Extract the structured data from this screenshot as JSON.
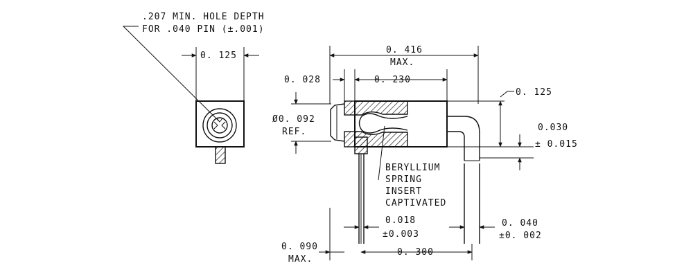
{
  "colors": {
    "ink": "#111111",
    "paper": "#ffffff"
  },
  "end_view": {
    "note_line1": ".207 MIN. HOLE DEPTH",
    "note_line2": "FOR .040 PIN (±.001)",
    "width_dim": "0. 125"
  },
  "side_view": {
    "overall_length": "0. 416",
    "overall_length_note": "MAX.",
    "flange_dim": "0. 028",
    "body_dim": "0. 230",
    "diameter_dim": "Ø0. 092",
    "diameter_note": "REF.",
    "height_dim": "0. 125",
    "pin_offset_dim": "0.030",
    "pin_offset_tol": "± 0.015",
    "insert_note": [
      "BERYLLIUM",
      "SPRING",
      "INSERT",
      "CAPTIVATED"
    ],
    "lead_dim": "0.018",
    "lead_tol": "±0.003",
    "pin_dim": "0. 040",
    "pin_tol": "±0. 002",
    "lead_dia": "0. 090",
    "lead_dia_note": "MAX.",
    "lead_spacing": "0. 300"
  }
}
